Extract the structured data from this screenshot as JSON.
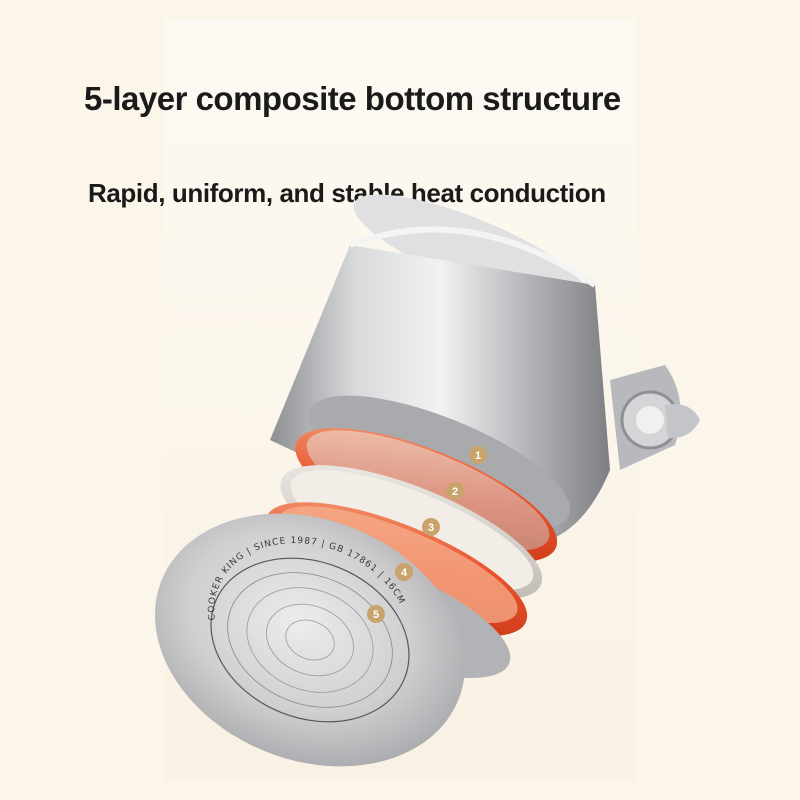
{
  "title": "5-layer composite bottom structure",
  "subtitle": "Rapid, uniform, and stable heat conduction",
  "layer_labels": [
    "1",
    "2",
    "3",
    "4",
    "5"
  ],
  "brand_ring_text": "COOKER KING | SINCE 1987 | GB 17861 | 16CM",
  "colors": {
    "background": "#fbf5ea",
    "steel": "#c9c9cb",
    "heat_layer": "#e8502a",
    "badge": "#c9a36c"
  }
}
